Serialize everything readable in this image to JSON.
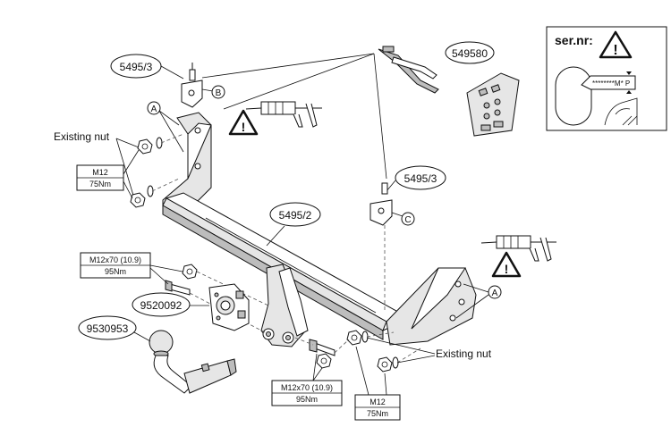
{
  "labels": {
    "part_5495_3_top": "5495/3",
    "part_5495_3_right": "5495/3",
    "part_549580": "549580",
    "part_5495_2": "5495/2",
    "part_9520092": "9520092",
    "part_9530953": "9530953",
    "existing_nut_left": "Existing nut",
    "existing_nut_right": "Existing nut",
    "callout_a_left": "A",
    "callout_a_right": "A",
    "callout_b": "B",
    "callout_c": "C",
    "serial_title": "ser.nr:",
    "serial_plate_text": "********M* P"
  },
  "torque_boxes": {
    "left_nut": {
      "line1": "M12",
      "line2": "75Nm"
    },
    "upper_bolt": {
      "line1": "M12x70 (10.9)",
      "line2": "95Nm"
    },
    "lower_bolt": {
      "line1": "M12x70 (10.9)",
      "line2": "95Nm"
    },
    "right_nut": {
      "line1": "M12",
      "line2": "75Nm"
    }
  },
  "warning_symbol": "!"
}
